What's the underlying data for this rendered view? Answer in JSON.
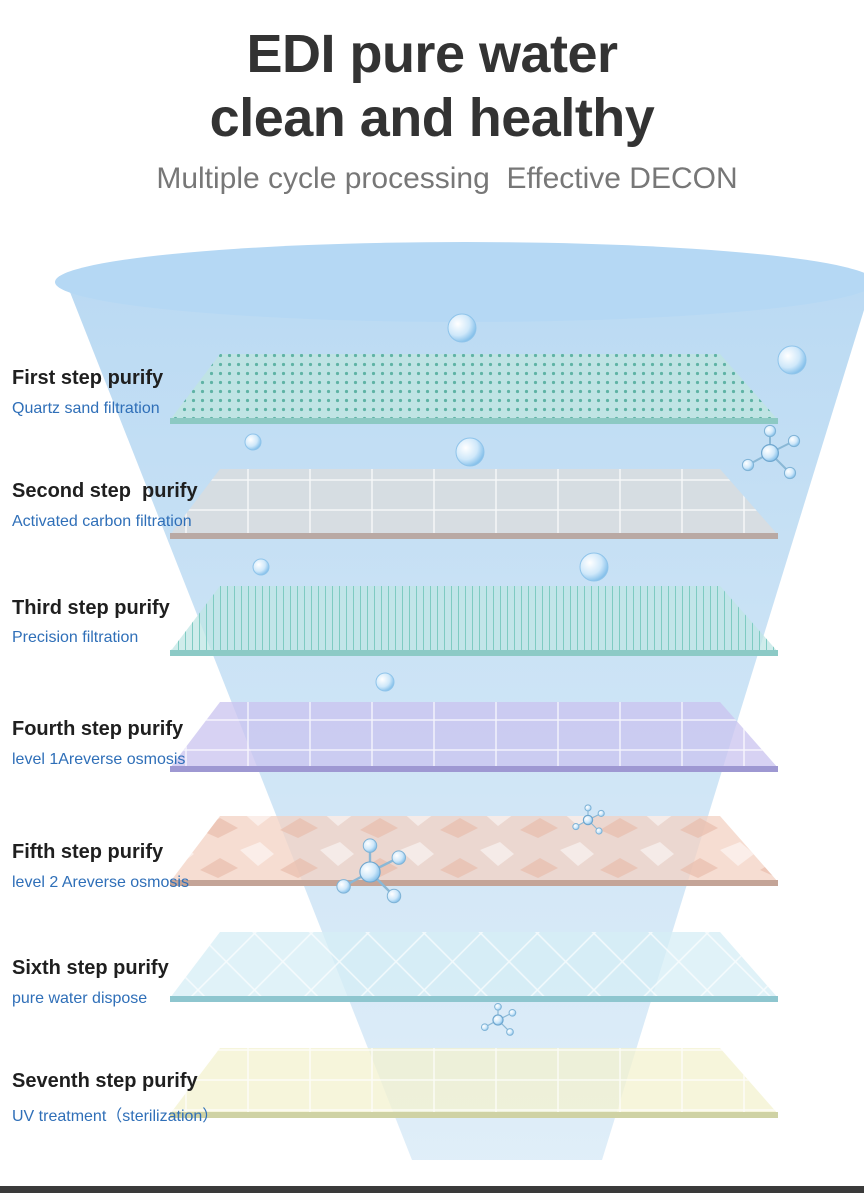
{
  "header": {
    "title_line1": "EDI pure water",
    "title_line2": "clean and healthy",
    "subtitle": "Multiple cycle processing  Effective DECON"
  },
  "steps": [
    {
      "title": "First step purify",
      "desc": "Quartz sand filtration",
      "pattern": "dots",
      "fill": "#bfe6df",
      "line": "#8cc9c3"
    },
    {
      "title": "Second step  purify",
      "desc": "Activated carbon filtration",
      "pattern": "grid",
      "fill": "#dcdcdc",
      "line": "#b9a9a4"
    },
    {
      "title": "Third step purify",
      "desc": "Precision filtration",
      "pattern": "vlines",
      "fill": "#bfe6e4",
      "line": "#8ccac6"
    },
    {
      "title": "Fourth step purify",
      "desc": "level 1Areverse osmosis",
      "pattern": "grid",
      "fill": "#c9c3ef",
      "line": "#9e98d2"
    },
    {
      "title": "Fifth step purify",
      "desc": "level 2 Areverse osmosis",
      "pattern": "camo",
      "fill": "#f3d2c3",
      "line": "#c4a497"
    },
    {
      "title": "Sixth step purify",
      "desc": "pure water dispose",
      "pattern": "diamond",
      "fill": "#d6eef6",
      "line": "#8ec6cf"
    },
    {
      "title": "Seventh step purify",
      "desc": "UV treatment（sterilization）",
      "pattern": "grid",
      "fill": "#f3f2cf",
      "line": "#cfd2a4"
    }
  ],
  "colors": {
    "funnel": "#c3def3",
    "funnel_top": "#b9dbf5",
    "bubble": "#9fd0f2"
  }
}
